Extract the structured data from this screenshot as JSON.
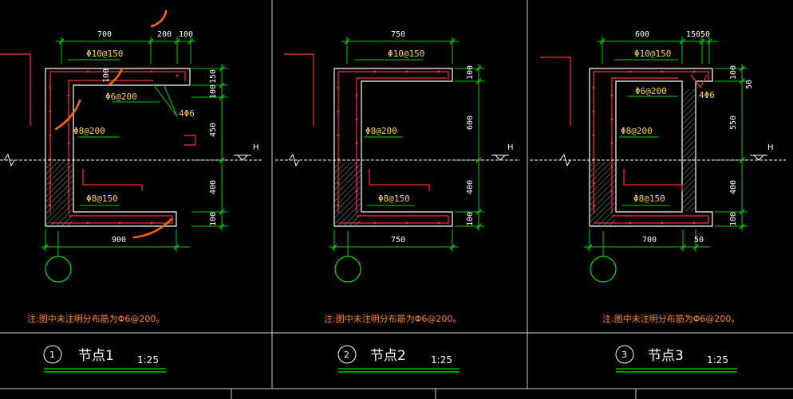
{
  "panels": [
    {
      "number": "1",
      "name": "节点1",
      "scale": "1:25",
      "note": "注:图中未注明分布筋为Φ6@200。",
      "dims_top": [
        "700",
        "200",
        "100"
      ],
      "dim_bottom": "900",
      "dims_right": [
        "150",
        "100",
        "450",
        "400",
        "100"
      ],
      "labels": [
        "Φ10@150",
        "Φ6@200",
        "4Φ6",
        "Φ8@200",
        "Φ8@150"
      ],
      "level": "H"
    },
    {
      "number": "2",
      "name": "节点2",
      "scale": "1:25",
      "note": "注:图中未注明分布筋为Φ6@200。",
      "dims_top": [
        "750"
      ],
      "dim_bottom": "750",
      "dims_right": [
        "100",
        "600",
        "400",
        "100"
      ],
      "labels": [
        "Φ10@150",
        "Φ8@200",
        "Φ8@150"
      ],
      "level": "H"
    },
    {
      "number": "3",
      "name": "节点3",
      "scale": "1:25",
      "note": "注:图中未注明分布筋为Φ6@200。",
      "dims_top": [
        "600",
        "150",
        "50"
      ],
      "dims_bottom": [
        "700",
        "50"
      ],
      "dims_right": [
        "100",
        "550",
        "400",
        "100"
      ],
      "dim_right_extra": "50",
      "labels": [
        "Φ10@150",
        "Φ6@200",
        "4Φ6",
        "Φ8@200",
        "Φ8@150"
      ],
      "level": "H"
    }
  ],
  "colors": {
    "background": "#000000",
    "outline": "#ffffff",
    "dimension": "#00cc00",
    "rebar": "#ff3030",
    "annotation": "#ffd24a",
    "note": "#ff8a1f",
    "hatch": "#8a8a8a"
  }
}
